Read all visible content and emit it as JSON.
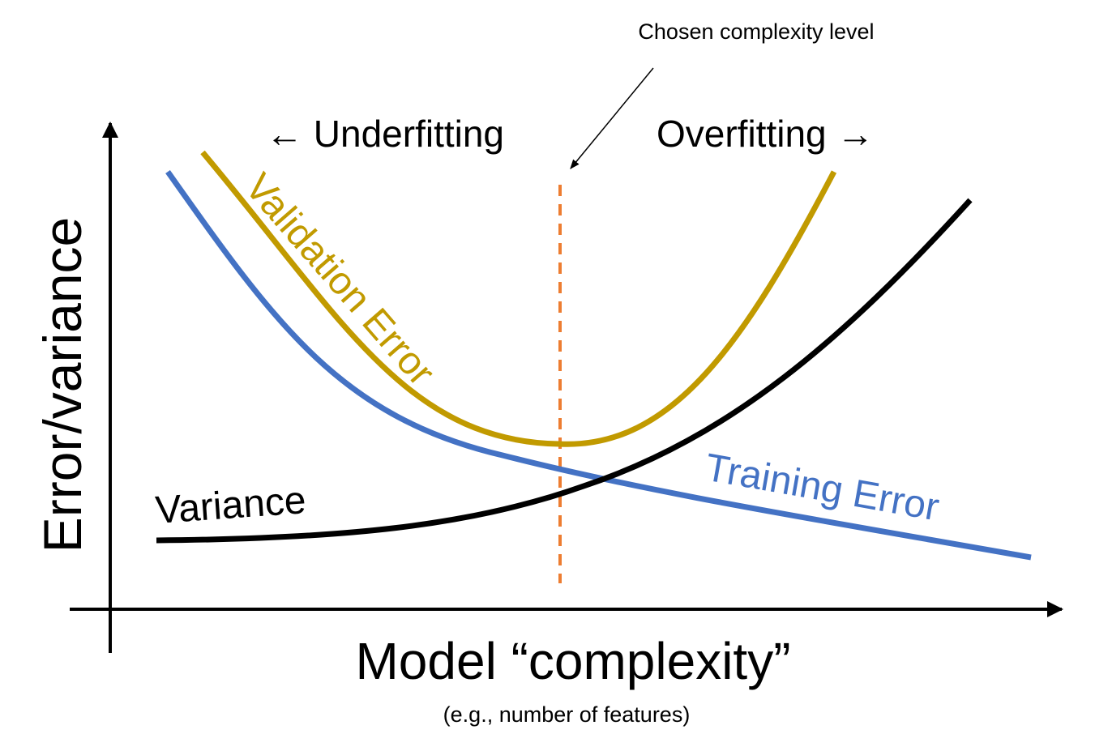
{
  "annotation": {
    "chosen_label": "Chosen complexity level"
  },
  "regions": {
    "underfitting": "← Underfitting",
    "overfitting": "Overfitting →"
  },
  "axes": {
    "xlabel": "Model “complexity”",
    "xsublabel": "(e.g., number of features)",
    "ylabel": "Error/variance"
  },
  "curves": [
    {
      "id": "validation",
      "label": "Validation Error",
      "color": "#C19A00"
    },
    {
      "id": "training",
      "label": "Training Error",
      "color": "#4472C4"
    },
    {
      "id": "variance",
      "label": "Variance",
      "color": "#000000"
    }
  ],
  "marker": {
    "color": "#ED7D31",
    "style": "dashed"
  }
}
